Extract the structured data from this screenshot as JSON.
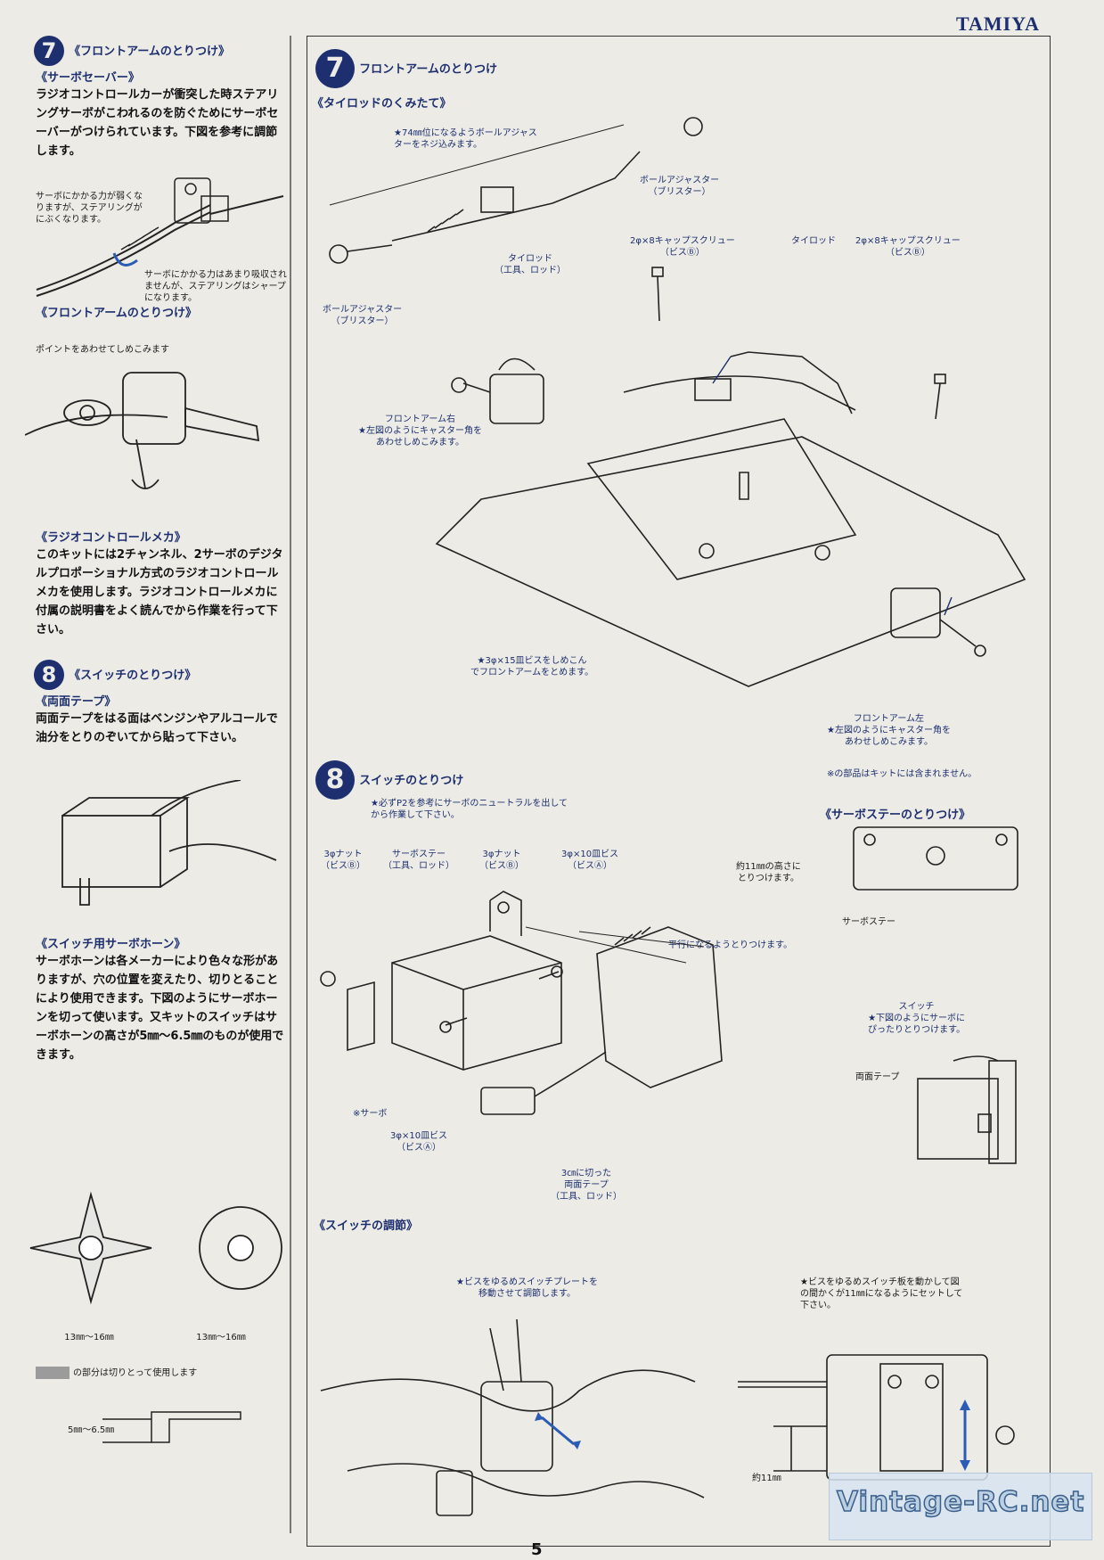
{
  "brand": "TAMIYA",
  "page_number": "5",
  "watermark": "Vintage-RC.net",
  "left": {
    "step7": {
      "number": "7",
      "title": "《フロントアームのとりつけ》",
      "servo_saver": {
        "heading": "《サーボセーバー》",
        "text": "ラジオコントロールカーが衝突した時ステアリングサーボがこわれるのを防ぐためにサーボセーバーがつけられています。下図を参考に調節します。",
        "note_weak": "サーボにかかる力が弱くなりますが、ステアリングがにぶくなります。",
        "note_strong": "サーボにかかる力はあまり吸収されませんが、ステアリングはシャープになります。"
      },
      "front_arm": {
        "heading": "《フロントアームのとりつけ》",
        "note": "ポイントをあわせてしめこみます"
      },
      "radio": {
        "heading": "《ラジオコントロールメカ》",
        "text": "このキットには2チャンネル、2サーボのデジタルプロポーショナル方式のラジオコントロールメカを使用します。ラジオコントロールメカに付属の説明書をよく読んでから作業を行って下さい。"
      }
    },
    "step8": {
      "number": "8",
      "title": "《スイッチのとりつけ》",
      "tape": {
        "heading": "《両面テープ》",
        "text": "両面テープをはる面はベンジンやアルコールで油分をとりのぞいてから貼って下さい。"
      },
      "horn": {
        "heading": "《スイッチ用サーボホーン》",
        "text": "サーボホーンは各メーカーにより色々な形がありますが、穴の位置を変えたり、切りとることにより使用できます。下図のようにサーボホーンを切って使います。又キットのスイッチはサーボホーンの高さが5㎜～6.5㎜のものが使用できます。",
        "dim1": "13㎜～16㎜",
        "dim2": "13㎜～16㎜",
        "cut_note": "の部分は切りとって使用します",
        "height": "5㎜～6.5㎜"
      }
    }
  },
  "right": {
    "step7": {
      "number": "7",
      "title": "フロントアームのとりつけ",
      "tierod_heading": "《タイロッドのくみたて》",
      "note_74": "★74㎜位になるようボールアジャスターをネジ込みます。",
      "ball_adjuster_1": "ボールアジャスター\n（ブリスター）",
      "ball_adjuster_2": "ボールアジャスター\n（ブリスター）",
      "tierod": "タイロッド\n（工具、ロッド）",
      "cap_screw_1": "2φ×8キャップスクリュー\n（ビスⒷ）",
      "tierod_2": "タイロッド",
      "cap_screw_2": "2φ×8キャップスクリュー\n（ビスⒷ）",
      "front_arm_right": "フロントアーム右\n★左図のようにキャスター角を\nあわせしめこみます。",
      "screw_15": "★3φ×15皿ビスをしめこん\nでフロントアームをとめます。",
      "front_arm_left": "フロントアーム左\n★左図のようにキャスター角を\nあわせしめこみます。",
      "not_included": "※の部品はキットには含まれません。"
    },
    "step8": {
      "number": "8",
      "title": "スイッチのとりつけ",
      "neutral_note": "★必ずP2を参考にサーボのニュートラルを出して\nから作業して下さい。",
      "nut_1": "3φナット\n（ビスⒷ）",
      "servo_stay": "サーボステー\n（工具、ロッド）",
      "nut_2": "3φナット\n（ビスⒷ）",
      "screw_10a": "3φ×10皿ビス\n（ビスⒶ）",
      "parallel": "平行になるようとりつけます。",
      "servo": "※サーボ",
      "screw_10b": "3φ×10皿ビス\n（ビスⒶ）",
      "tape_3cm": "3㎝に切った\n両面テープ\n（工具、ロッド）",
      "servo_stay_heading": "《サーボステーのとりつけ》",
      "height_11": "約11㎜の高さに\nとりつけます。",
      "servo_stay_label": "サーボステー",
      "switch_note": "スイッチ\n★下図のようにサーボに\nぴったりとりつけます。",
      "double_tape": "両面テープ",
      "adjust_heading": "《スイッチの調節》",
      "adjust_note": "★ビスをゆるめスイッチプレートを\n移動させて調節します。",
      "adjust_note_2": "★ビスをゆるめスイッチ板を動かして図\nの間かくが11㎜になるようにセットして\n下さい。",
      "gap_11": "約11㎜"
    }
  }
}
